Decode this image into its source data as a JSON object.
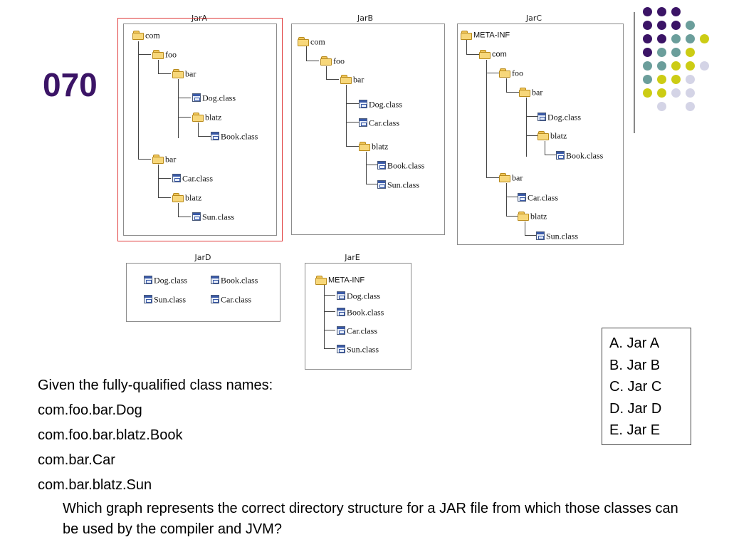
{
  "slide_number": "070",
  "colors": {
    "purple": "#3b1466",
    "teal": "#6b9e9b",
    "yellow": "#cccc14",
    "lavender": "#d4d4e6"
  },
  "jars": {
    "a": {
      "label": "JarA",
      "nodes": [
        "com",
        "foo",
        "bar",
        "Dog.class",
        "blatz",
        "Book.class",
        "bar",
        "Car.class",
        "blatz",
        "Sun.class"
      ]
    },
    "b": {
      "label": "JarB",
      "nodes": [
        "com",
        "foo",
        "bar",
        "Dog.class",
        "Car.class",
        "blatz",
        "Book.class",
        "Sun.class"
      ]
    },
    "c": {
      "label": "JarC",
      "nodes": [
        "META-INF",
        "com",
        "foo",
        "bar",
        "Dog.class",
        "blatz",
        "Book.class",
        "bar",
        "Car.class",
        "blatz",
        "Sun.class"
      ]
    },
    "d": {
      "label": "JarD",
      "nodes": [
        "Dog.class",
        "Book.class",
        "Sun.class",
        "Car.class"
      ]
    },
    "e": {
      "label": "JarE",
      "nodes": [
        "META-INF",
        "Dog.class",
        "Book.class",
        "Car.class",
        "Sun.class"
      ]
    }
  },
  "answers": [
    "A. Jar A",
    "B. Jar B",
    "C. Jar C",
    "D. Jar D",
    "E. Jar E"
  ],
  "question": {
    "intro": "Given the fully-qualified class names:",
    "classes": [
      "com.foo.bar.Dog",
      "com.foo.bar.blatz.Book",
      "com.bar.Car",
      "com.bar.blatz.Sun"
    ],
    "prompt": "Which graph represents the correct directory structure for a JAR file from which those classes can be used by the compiler and JVM?"
  }
}
